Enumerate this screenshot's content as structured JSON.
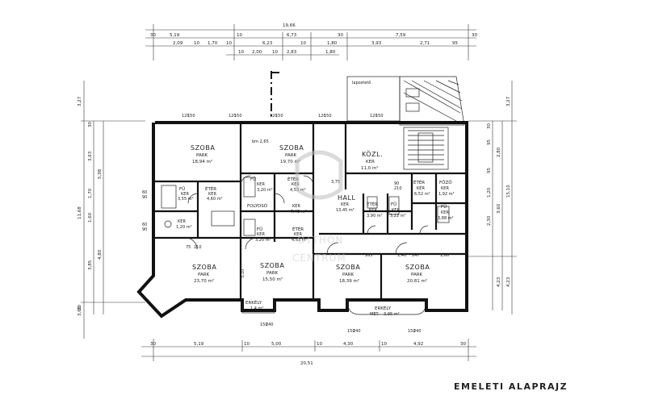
{
  "title": "EMELETI ALAPRAJZ",
  "watermark": {
    "line1": "OTTHON",
    "line2": "CENTRUM"
  },
  "labels": {
    "laposteto": "lapostető",
    "bm": "bm 2,65"
  },
  "rooms": [
    {
      "id": "szoba1",
      "name": "SZOBA",
      "floor": "PARK",
      "area": "18,94 m²"
    },
    {
      "id": "szoba2",
      "name": "SZOBA",
      "floor": "PARK",
      "area": "19,70 m²"
    },
    {
      "id": "kozl",
      "name": "KÖZL.",
      "floor": "KER",
      "area": "11,0 m²"
    },
    {
      "id": "eter1",
      "name": "ÉTÉR",
      "floor": "KER",
      "area": "4,60 m²"
    },
    {
      "id": "fu1",
      "name": "FÜ",
      "floor": "KER",
      "area": "3,55 m²"
    },
    {
      "id": "fu2",
      "name": "FÜ",
      "floor": "KER",
      "area": "3,20 m²"
    },
    {
      "id": "eter2",
      "name": "ÉTÉR",
      "floor": "KER",
      "area": "4,53 m²"
    },
    {
      "id": "hall",
      "name": "HALL",
      "floor": "KER",
      "area": "13,45 m²"
    },
    {
      "id": "eter3",
      "name": "ÉTÉR",
      "floor": "KER",
      "area": "6,52 m²"
    },
    {
      "id": "fozo",
      "name": "FŐZŐ",
      "floor": "KER",
      "area": "1,92 m²"
    },
    {
      "id": "folyoso",
      "name": "FOLYOSÓ",
      "floor": "KER",
      "area": "7,48 m²"
    },
    {
      "id": "wc1",
      "name": "",
      "floor": "KER",
      "area": "1,20 m²"
    },
    {
      "id": "fu3",
      "name": "FÜ",
      "floor": "KER",
      "area": "3,20 m²"
    },
    {
      "id": "eter4",
      "name": "ÉTÉR",
      "floor": "KER",
      "area": "4,53 m²"
    },
    {
      "id": "eter5",
      "name": "ÉTÉR",
      "floor": "KER",
      "area": "3,90 m²"
    },
    {
      "id": "fu4",
      "name": "FÜ",
      "floor": "KER",
      "area": "3,22 m²"
    },
    {
      "id": "fu5",
      "name": "FÜ",
      "floor": "KER",
      "area": "3,88 m²"
    },
    {
      "id": "szoba3",
      "name": "SZOBA",
      "floor": "PARK",
      "area": "23,70 m²"
    },
    {
      "id": "szoba4",
      "name": "SZOBA",
      "floor": "PARK",
      "area": "15,50 m²"
    },
    {
      "id": "szoba5",
      "name": "SZOBA",
      "floor": "PARK",
      "area": "18,39 m²"
    },
    {
      "id": "szoba6",
      "name": "SZOBA",
      "floor": "PARK",
      "area": "20,81 m²"
    },
    {
      "id": "erkely1",
      "name": "ERKÉLY",
      "floor": "",
      "area": "1,4 m²"
    },
    {
      "id": "erkely2",
      "name": "ERKÉLY",
      "floor": "MET.",
      "area": "3,95 m²"
    }
  ],
  "dimensions": {
    "top_total": "19,66",
    "top_row1": [
      "30",
      "5,19",
      "10",
      "6,73",
      "30",
      "7,59",
      "30"
    ],
    "top_row2": [
      "2,09",
      "10",
      "1,70",
      "10",
      "6,23",
      "10",
      "1,80",
      "3,93",
      "2,71",
      "95"
    ],
    "top_row3": [
      "10",
      "2,00",
      "10",
      "2,83",
      "1,80"
    ],
    "bottom_row1": [
      "30",
      "5,19",
      "10",
      "5,00",
      "10",
      "4,30",
      "10",
      "4,92",
      "30"
    ],
    "bottom_total": "20,51",
    "left_outer": [
      "3,27",
      "11,68",
      "3,65"
    ],
    "left_mid": [
      "3,63",
      "5,98",
      "4,80",
      "3,85"
    ],
    "left_inner": [
      "30",
      "10",
      "1,70",
      "10",
      "1,60",
      "10",
      "30",
      "15"
    ],
    "right_outer": [
      "3,27",
      "15,10",
      "4,23"
    ],
    "right_mid": [
      "2,80",
      "3,60",
      "4,23"
    ],
    "right_inner": [
      "30",
      "95",
      "10",
      "95",
      "1,20",
      "10",
      "2,30",
      "10"
    ],
    "openings": [
      "120",
      "150",
      "90",
      "210",
      "60",
      "75",
      "240",
      "165",
      "147",
      "1,60",
      "1,40",
      "10",
      "3,10",
      "30",
      "3,75"
    ]
  }
}
